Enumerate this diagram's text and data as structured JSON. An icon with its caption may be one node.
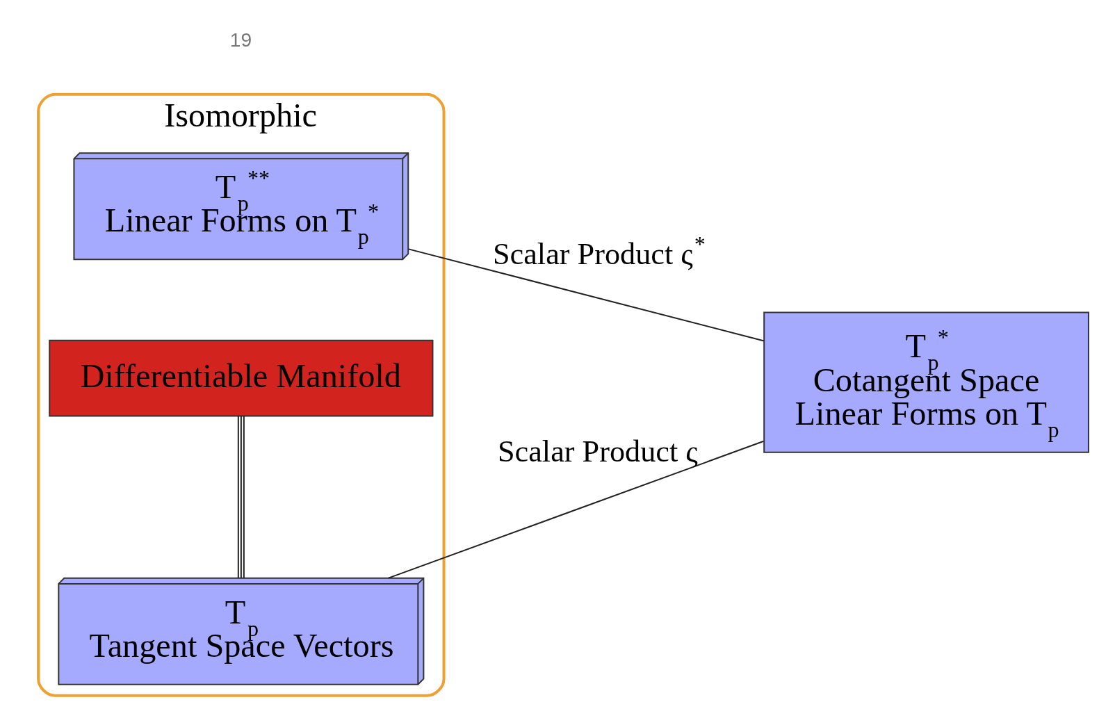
{
  "diagram": {
    "nodes": [
      {
        "text": [
          "Isomorphic"
        ]
      },
      {
        "text": [
          "T$_{p}$$^{**}$",
          "Linear Forms on T$_{p}$$^{*}$"
        ],
        "in": 0
      },
      {
        "text": [
          "T$_{p}$",
          "Tangent Space Vectors"
        ],
        "in": 0
      },
      {
        "text": [
          "Differentiable Manifold"
        ],
        "in": 0
      },
      {
        "text": [
          "T$_{p}$$^{*}$",
          "Cotangent Space",
          "Linear Forms on T$_{p}$"
        ]
      }
    ],
    "edges": [
      {
        "from": 1,
        "to": 4,
        "arrow": "none",
        "label": "Scalar Product ς$^{*}$"
      },
      {
        "from": 2,
        "to": 4,
        "arrow": "none",
        "label": "Scalar Product ς"
      },
      {
        "from": 2,
        "to": 3,
        "arrow": "none"
      }
    ],
    "labels": [
      "19"
    ]
  }
}
